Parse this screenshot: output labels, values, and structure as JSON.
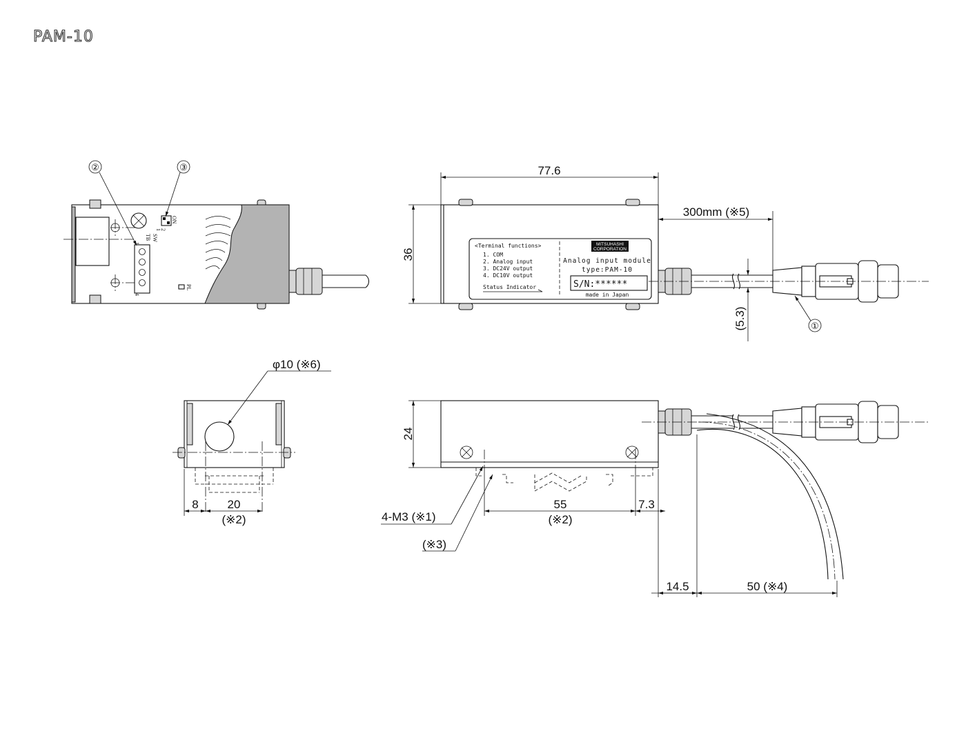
{
  "title": "PAM-10",
  "dimensions": {
    "length": "77.6",
    "height": "36",
    "cable_length": "300mm (※5)",
    "cable_dia": "(5.3)",
    "hole_dia": "φ10 (※6)",
    "depth": "24",
    "front_offset": "8",
    "front_pitch": "20",
    "front_pitch_note": "(※2)",
    "screw": "4-M3 (※1)",
    "rail_note": "(※3)",
    "bottom_pitch": "55",
    "bottom_pitch_note": "(※2)",
    "bottom_offset": "7.3",
    "bend_start": "14.5",
    "bend_radius": "50 (※4)"
  },
  "balloons": {
    "cable": "①",
    "terminal": "②",
    "switch": "③"
  },
  "nameplate": {
    "terminal_header": "<Terminal functions>",
    "terminals": [
      "1. COM",
      "2. Analog input",
      "3. DC24V output",
      "4. DC10V output"
    ],
    "status": "Status Indicator",
    "brand_line1": "MITSUHASHI",
    "brand_line2": "CORPORATION",
    "module_name": "Analog input module",
    "module_type": "type:PAM-10",
    "serial": "S/N:******",
    "origin": "made in Japan"
  },
  "pcb_labels": {
    "tb": "TB",
    "tb_pin1": "1",
    "tb_pin4": "4",
    "sw": "SW",
    "sw_on": "ON",
    "sw_1": "1",
    "sw_2": "2",
    "pl": "PL"
  }
}
